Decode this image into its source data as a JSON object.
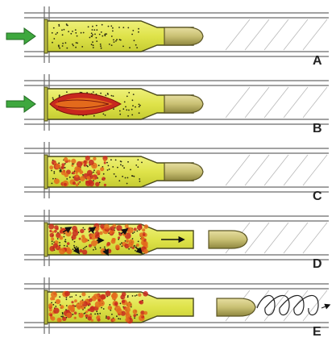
{
  "colors": {
    "casing_fill": "#dfe34a",
    "casing_outline": "#4a4a1c",
    "powder_dots": "#2a2a12",
    "barrel_line": "#6a6a6a",
    "bullet": "#c9c073",
    "bullet_shade": "#8f873f",
    "primer_arrow": "#3ea83e",
    "flame_red": "#c8281e",
    "flame_orange": "#e36a1c",
    "gas_arrow": "#111111"
  },
  "icons": {
    "primer_arrow": "green-arrow-icon",
    "gas_arrow": "arrow-icon",
    "spin_path": "spiral-icon"
  },
  "panels": [
    {
      "label": "A",
      "stage": "powder-loaded"
    },
    {
      "label": "B",
      "stage": "primer-ignition"
    },
    {
      "label": "C",
      "stage": "powder-burning"
    },
    {
      "label": "D",
      "stage": "gas-expansion-bullet-moving"
    },
    {
      "label": "E",
      "stage": "bullet-spinning-in-barrel"
    }
  ]
}
